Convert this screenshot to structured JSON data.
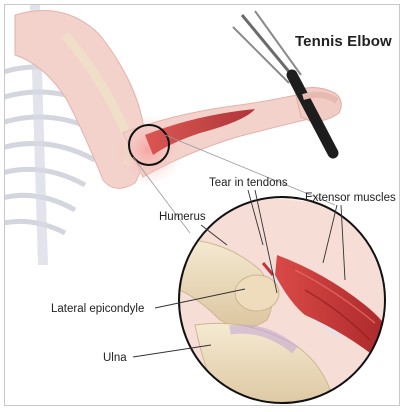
{
  "title": "Tennis Elbow",
  "labels": {
    "tear_in_tendons": "Tear in tendons",
    "extensor_muscles": "Extensor muscles",
    "humerus": "Humerus",
    "lateral_epicondyle": "Lateral epicondyle",
    "ulna": "Ulna"
  },
  "colors": {
    "skin": "#f3cfc8",
    "muscle": "#c9383b",
    "bone": "#f1e3c9",
    "racket_grip": "#1d1d1d",
    "outline": "#111111"
  }
}
